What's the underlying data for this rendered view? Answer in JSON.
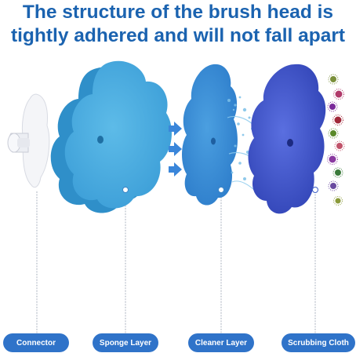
{
  "headline": {
    "line1": "The structure of the brush head is",
    "line2": "tightly adhered and will not fall apart"
  },
  "labels": {
    "connector": "Connector",
    "sponge": "Sponge Layer",
    "cleaner": "Cleaner Layer",
    "scrubbing": "Scrubbing Cloth"
  },
  "colors": {
    "title": "#1b63b0",
    "label_bg": "#2f73c9",
    "sponge": "#48aee2",
    "cleaner": "#3a8ed6",
    "scrubbing": "#3f55c8",
    "arrow": "#3a86da",
    "leader_line": "#9aa3b3"
  },
  "icons": {
    "arrows": "right-arrow-icon",
    "germs": "germ-icon"
  }
}
